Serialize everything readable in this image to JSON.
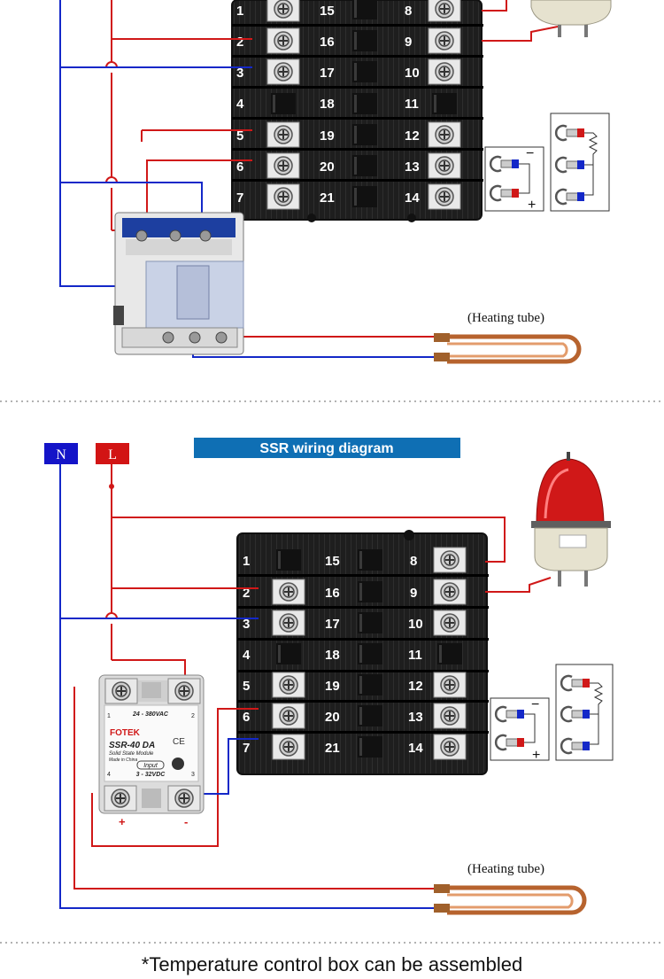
{
  "diagram": {
    "top_caption": "(Heating tube)",
    "n_label": "N",
    "l_label": "L",
    "banner_title": "SSR wiring diagram",
    "bottom_caption": "(Heating tube)",
    "footer_text": "*Temperature control box can be assembled",
    "terminals_left": [
      "1",
      "2",
      "3",
      "4",
      "5",
      "6",
      "7"
    ],
    "terminals_mid": [
      "15",
      "16",
      "17",
      "18",
      "19",
      "20",
      "21"
    ],
    "terminals_right": [
      "8",
      "9",
      "10",
      "11",
      "12",
      "13",
      "14"
    ],
    "ssr": {
      "voltage_ac": "24 - 380VAC",
      "brand": "FOTEK",
      "model": "SSR-40 DA",
      "subtitle": "Solid State Module",
      "made_in": "Made in China",
      "input_label": "Input",
      "voltage_dc": "3 - 32VDC",
      "plus": "+",
      "minus": "-",
      "term_1": "1",
      "term_2": "2",
      "term_3": "3",
      "term_4": "4"
    },
    "probe_minus": "−",
    "probe_plus": "+",
    "colors": {
      "red_wire": "#d01818",
      "blue_wire": "#1428c8",
      "banner": "#0f6fb4",
      "n_badge": "#1414c8",
      "l_badge": "#d21414"
    }
  }
}
